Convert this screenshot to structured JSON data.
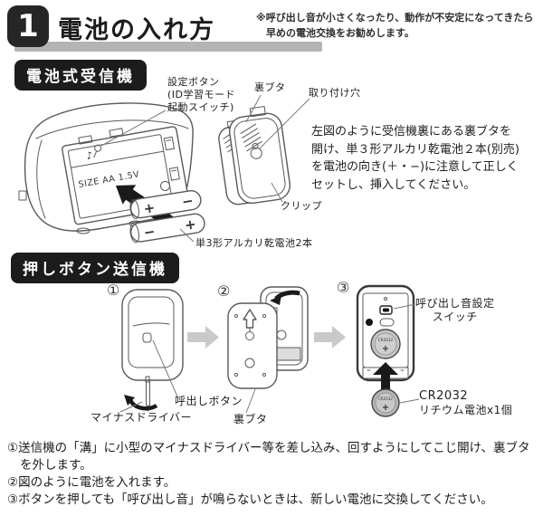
{
  "colors": {
    "label_bg": "#1c1c1c",
    "bar_gray": "#b4b4b4",
    "arrow_gray": "#c9c9c9",
    "line_art": "#595959",
    "black_arrow": "#1a1a1a"
  },
  "header": {
    "step_number": "1",
    "title": "電池の入れ方",
    "note_line1": "※呼び出し音が小さくなったり、動作が不安定になってきたら",
    "note_line2": "早めの電池交換をお勧めします。"
  },
  "receiver": {
    "section_label": "電池式受信機",
    "size_text": "SIZE AA 1.5V",
    "note_icon": "♪",
    "battery1_left_sign": "+",
    "battery1_right_sign": "−",
    "battery2_left_sign": "−",
    "battery2_right_sign": "+",
    "callout_settings_line1": "設定ボタン",
    "callout_settings_line2": "(ID学習モード",
    "callout_settings_line3": "起動スイッチ)",
    "callout_back_cover": "裏ブタ",
    "callout_mount_hole": "取り付け穴",
    "callout_clip": "クリップ",
    "callout_batteries": "単3形アルカリ乾電池2本",
    "description_line1": "左図のように受信機裏にある裏ブタを",
    "description_line2": "開け、単３形アルカリ乾電池２本(別売)",
    "description_line3": "を電池の向き(＋・−)に注意して正しく",
    "description_line4": "セットし、挿入してください。"
  },
  "transmitter": {
    "section_label": "押しボタン送信機",
    "step1": "①",
    "step2": "②",
    "step3": "③",
    "callout_call_button": "呼出しボタン",
    "callout_screwdriver": "マイナスドライバー",
    "callout_back_cover": "裏ブタ",
    "callout_switch_line1": "呼び出し音設定",
    "callout_switch_line2": "スイッチ",
    "coin_label": "CR2032",
    "coin_plus": "+",
    "callout_battery_line1": "CR2032",
    "callout_battery_line2": "リチウム電池x1個"
  },
  "instructions": {
    "line1": "①送信機の「溝」に小型のマイナスドライバー等を差し込み、回すようにしてこじ開け、裏ブタ",
    "line2": "を外します。",
    "line3": "②図のように電池を入れます。",
    "line4": "③ボタンを押しても「呼び出し音」が鳴らないときは、新しい電池に交換してください。"
  }
}
